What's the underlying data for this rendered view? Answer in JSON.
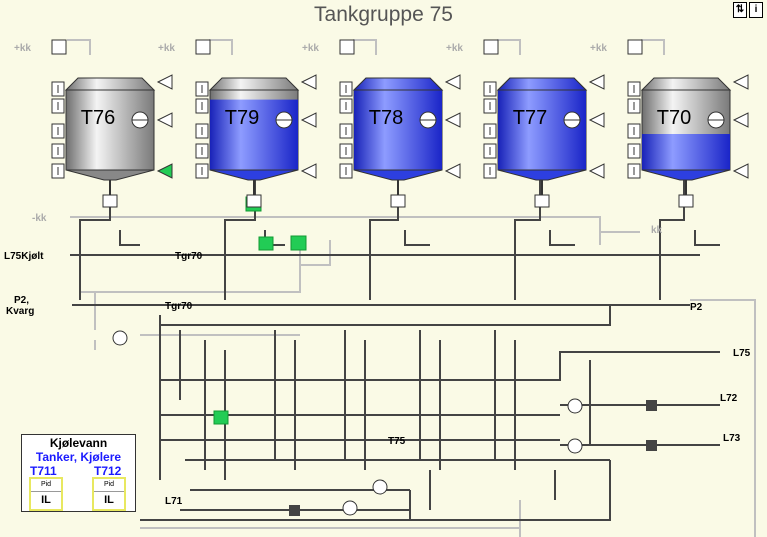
{
  "title": "Tankgruppe 75",
  "header_buttons": [
    {
      "icon": "navigate-icon"
    },
    {
      "icon": "info-icon"
    }
  ],
  "colors": {
    "water_blue": "#1a1aff",
    "tank_fill": "#2d3fe0",
    "tank_gray": "#a8a8a8",
    "active_green": "#22cc55",
    "pipe": "#444444",
    "pipe_light": "#c0c0c0"
  },
  "tanks": [
    {
      "id": "T76",
      "level": 0.0
    },
    {
      "id": "T79",
      "level": 0.88
    },
    {
      "id": "T78",
      "level": 1.0
    },
    {
      "id": "T77",
      "level": 1.0
    },
    {
      "id": "T70",
      "level": 0.45
    }
  ],
  "kk_label": "+kk",
  "minus_kk_label": "-kk",
  "kk_right_label": "kk",
  "side_labels": {
    "l75kjolt": "L75Kjølt",
    "p2_kvarg_line1": "P2,",
    "p2_kvarg_line2": "Kvarg",
    "tgr70_a": "Tgr70",
    "tgr70_b": "Tgr70",
    "p2": "P2",
    "l75": "L75",
    "l72": "L72",
    "l73": "L73",
    "t75": "T75",
    "l71": "L71"
  },
  "legend": {
    "title": "Kjølevann",
    "subtitle": "Tanker, Kjølere",
    "units": [
      {
        "id": "T711",
        "pid": "Pid",
        "il": "IL"
      },
      {
        "id": "T712",
        "pid": "Pid",
        "il": "IL"
      }
    ]
  }
}
